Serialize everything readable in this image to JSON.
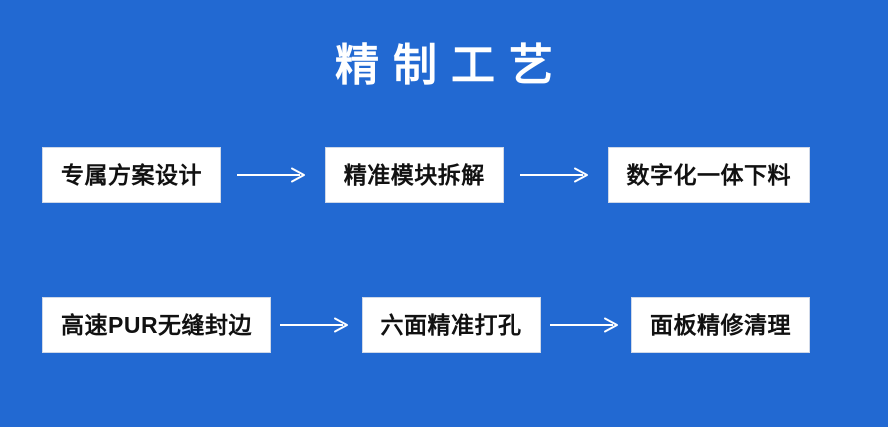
{
  "theme": {
    "background_color": "#2269D2",
    "box_fill_color": "#FFFFFF",
    "box_text_color": "#111111",
    "title_color": "#FFFFFF",
    "arrow_color": "#FFFFFF"
  },
  "title": "精制工艺",
  "flow": {
    "rows": [
      {
        "steps": [
          {
            "label": "专属方案设计"
          },
          {
            "label": "精准模块拆解"
          },
          {
            "label": "数字化一体下料"
          }
        ],
        "connectors": [
          "arrow-right-icon",
          "arrow-right-icon"
        ]
      },
      {
        "steps": [
          {
            "label": "高速PUR无缝封边"
          },
          {
            "label": "六面精准打孔"
          },
          {
            "label": "面板精修清理"
          }
        ],
        "connectors": [
          "arrow-right-icon",
          "arrow-right-icon"
        ]
      }
    ]
  }
}
